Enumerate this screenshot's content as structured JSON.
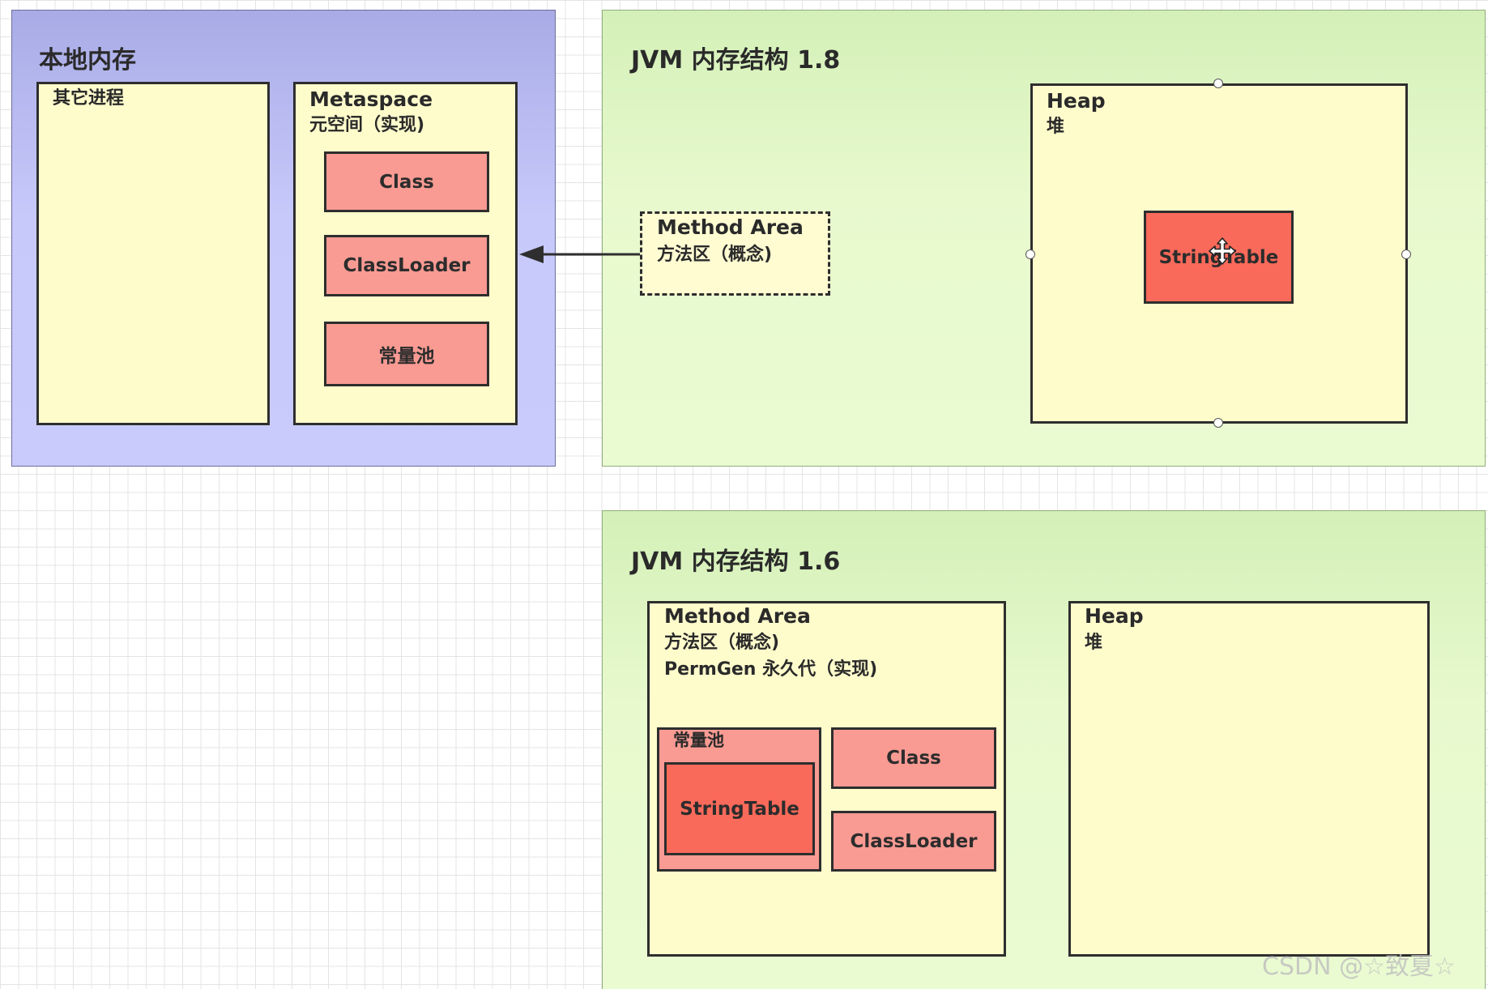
{
  "native_memory": {
    "title": "本地内存",
    "other_processes": {
      "label": "其它进程"
    },
    "metaspace": {
      "label": "Metaspace",
      "sublabel": "元空间（实现)",
      "items": [
        "Class",
        "ClassLoader",
        "常量池"
      ]
    }
  },
  "jvm_18": {
    "title": "JVM 内存结构 1.8",
    "method_area": {
      "label": "Method Area",
      "sublabel": "方法区（概念)"
    },
    "heap": {
      "label": "Heap",
      "sublabel": "堆",
      "string_table": "StringTable"
    }
  },
  "jvm_16": {
    "title": "JVM 内存结构 1.6",
    "method_area": {
      "label": "Method Area",
      "sublabel": "方法区（概念)",
      "impl_label": "PermGen 永久代（实现)",
      "constant_pool": {
        "label": "常量池",
        "string_table": "StringTable"
      },
      "class": "Class",
      "classloader": "ClassLoader"
    },
    "heap": {
      "label": "Heap",
      "sublabel": "堆"
    }
  },
  "watermark": "CSDN @☆致夏☆",
  "colors": {
    "native_region": "#c9cbfc",
    "jvm_region": "#e9fad0",
    "box_fill": "#fffccc",
    "item_fill": "#f99b93",
    "string_table_fill": "#f96a5a"
  },
  "icons": {
    "move_cursor": "move-cursor-icon"
  }
}
